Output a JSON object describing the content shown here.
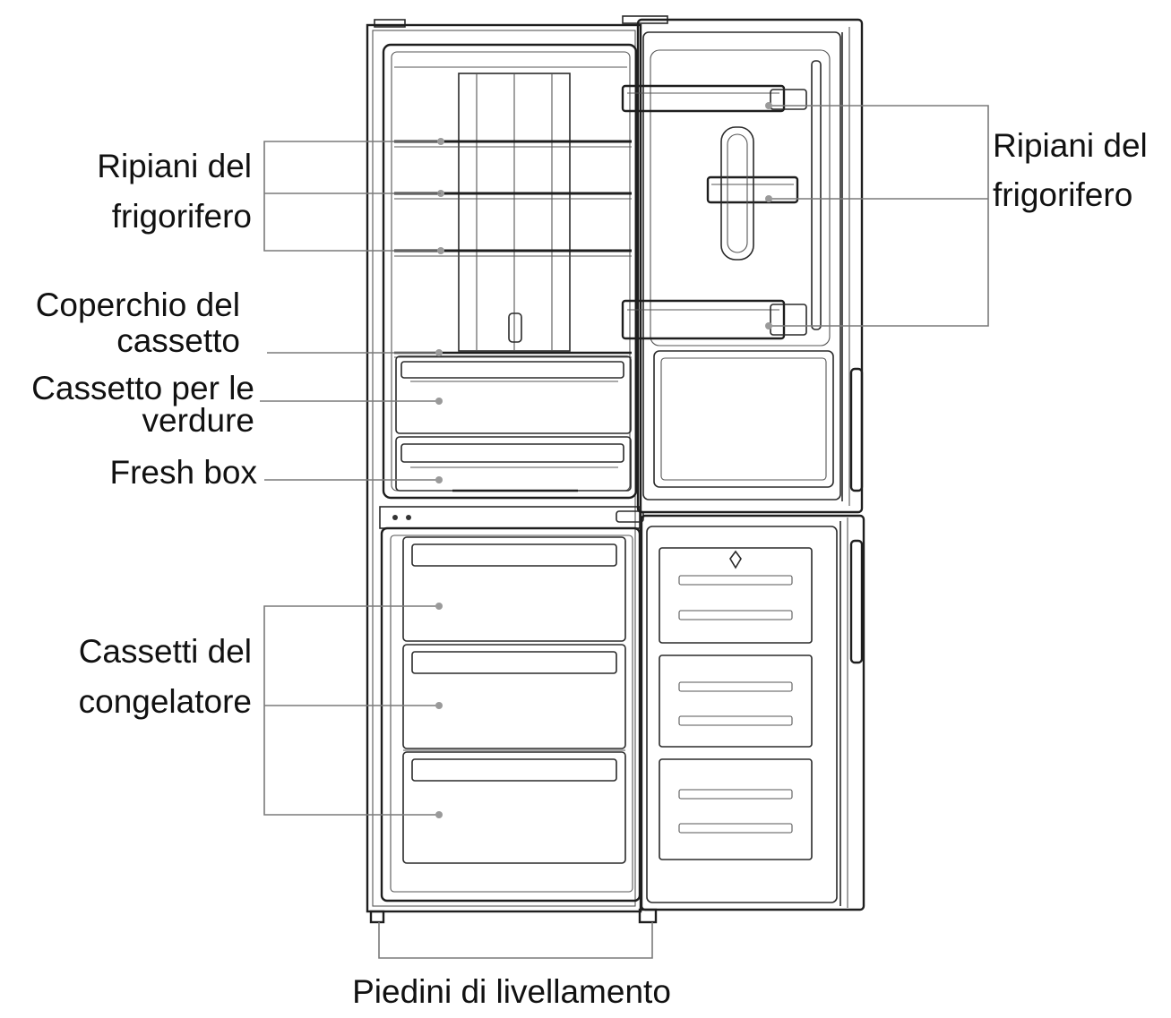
{
  "labels": {
    "fridge_shelves_left_1": "Ripiani del",
    "fridge_shelves_left_2": "frigorifero",
    "fridge_shelves_right_1": "Ripiani del",
    "fridge_shelves_right_2": "frigorifero",
    "drawer_cover_1": "Coperchio del",
    "drawer_cover_2": "cassetto",
    "crisper_1": "Cassetto per le",
    "crisper_2": "verdure",
    "fresh_box": "Fresh box",
    "freezer_drawers_1": "Cassetti del",
    "freezer_drawers_2": "congelatore",
    "leveling_feet": "Piedini di livellamento"
  },
  "colors": {
    "outline": "#1e1e1e",
    "leader_line": "#7a7a7a",
    "background": "#ffffff"
  }
}
